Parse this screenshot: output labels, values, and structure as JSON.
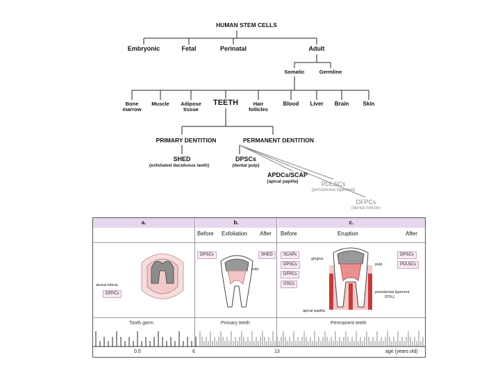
{
  "tree": {
    "root": "HUMAN STEM CELLS",
    "level1": [
      "Embryonic",
      "Fetal",
      "Perinatal",
      "Adult"
    ],
    "adult_children": [
      "Somatic",
      "Germline"
    ],
    "somatic_children": [
      {
        "line1": "Bone",
        "line2": "marrow"
      },
      {
        "line1": "Muscle",
        "line2": ""
      },
      {
        "line1": "Adipose",
        "line2": "tissue"
      },
      {
        "line1": "TEETH",
        "line2": ""
      },
      {
        "line1": "Hair",
        "line2": "follicles"
      },
      {
        "line1": "Blood",
        "line2": ""
      },
      {
        "line1": "Liver",
        "line2": ""
      },
      {
        "line1": "Brain",
        "line2": ""
      },
      {
        "line1": "Skin",
        "line2": ""
      }
    ],
    "dentition": [
      "PRIMARY DENTITION",
      "PERMANENT DENTITION"
    ],
    "shed": {
      "name": "SHED",
      "desc": "(exfoliated deciduous teeth)"
    },
    "dpscs": {
      "name": "DPSCs",
      "desc": "(dental pulp)"
    },
    "apdcs": {
      "name": "APDCs/SCAP",
      "desc": "(apical papilla)"
    },
    "pdlscs": {
      "name": "PDLSCs",
      "desc": "(periodontal ligament)"
    },
    "dfpcs": {
      "name": "DFPCs",
      "desc": "(dental follicle)"
    }
  },
  "figure": {
    "panels": {
      "a": "a.",
      "b": "b.",
      "c": "c."
    },
    "b_sub": {
      "before": "Before",
      "mid": "Exfoliation",
      "after": "After"
    },
    "c_sub": {
      "before": "Before",
      "mid": "Eruption",
      "after": "After"
    },
    "a_labels": {
      "follicle": "dental follicle",
      "tag": "DFPCs"
    },
    "b_labels": {
      "before_tag": "DPSCs",
      "after_tag": "SHED",
      "pulp": "pulp"
    },
    "c_before_tags": [
      "SCAPs",
      "DPSCs",
      "DFPCs",
      "GSCs"
    ],
    "c_after_tags": [
      "DPSCs",
      "PDLSCs"
    ],
    "c_labels": {
      "gingiva": "gingiva",
      "pulp": "pulp",
      "pdl1": "periodontal ligament",
      "pdl2": "(PDL)",
      "apical": "apical papilla"
    },
    "stages": [
      "Tooth germ",
      "Primary teeth",
      "Permanent teeth"
    ],
    "axis": {
      "ticks": [
        "0.5",
        "6",
        "13"
      ],
      "label": "age (years old)"
    }
  }
}
